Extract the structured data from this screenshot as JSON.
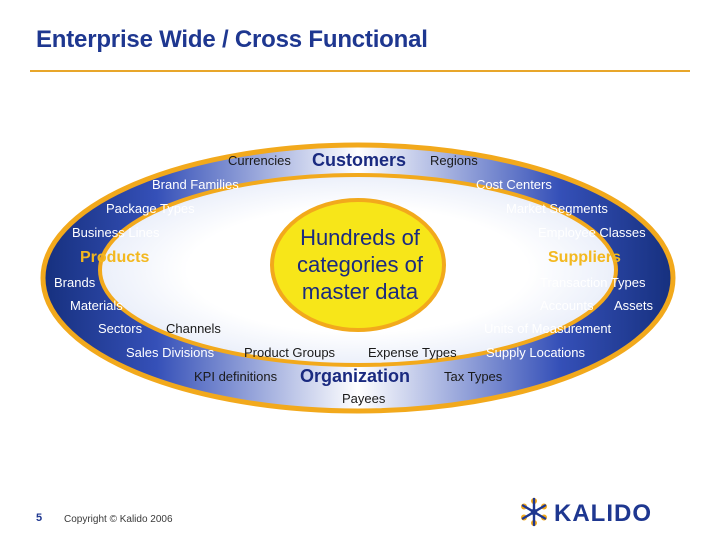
{
  "slide": {
    "title": "Enterprise Wide / Cross Functional",
    "center_text": [
      "Hundreds of",
      "categories of",
      "master data"
    ],
    "groups": {
      "customers": "Customers",
      "products": "Products",
      "suppliers": "Suppliers",
      "organization": "Organization"
    },
    "categories": {
      "currencies": "Currencies",
      "regions": "Regions",
      "brand_families": "Brand Families",
      "cost_centers": "Cost Centers",
      "package_types": "Package Types",
      "market_segments": "Market Segments",
      "business_lines": "Business Lines",
      "employee_classes": "Employee Classes",
      "brands": "Brands",
      "transaction_types": "Transaction Types",
      "materials": "Materials",
      "accounts": "Accounts",
      "assets": "Assets",
      "sectors": "Sectors",
      "channels": "Channels",
      "units_of_measurement": "Units of Measurement",
      "sales_divisions": "Sales Divisions",
      "product_groups": "Product Groups",
      "expense_types": "Expense Types",
      "supply_locations": "Supply Locations",
      "kpi_definitions": "KPI definitions",
      "tax_types": "Tax Types",
      "payees": "Payees"
    },
    "footer": {
      "page_number": "5",
      "copyright": "Copyright © Kalido 2006"
    },
    "logo_text": "KALIDO",
    "colors": {
      "title": "#1e3790",
      "rule": "#e8a62a",
      "outer_ring": "#1e3a9e",
      "center": "#f7e619",
      "accent": "#f3b81f"
    }
  }
}
